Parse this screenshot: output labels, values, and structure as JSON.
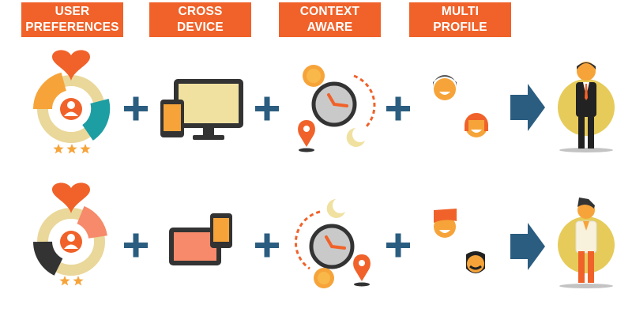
{
  "headers": [
    {
      "line1": "USER",
      "line2": "PREFERENCES"
    },
    {
      "line1": "CROSS",
      "line2": "DEVICE"
    },
    {
      "line1": "CONTEXT",
      "line2": "AWARE"
    },
    {
      "line1": "MULTI",
      "line2": "PROFILE"
    }
  ],
  "rows": [
    {
      "rating_stars": 3,
      "persona": "business-man"
    },
    {
      "rating_stars": 2,
      "persona": "casual-man"
    }
  ],
  "colors": {
    "header_bg": "#f0622a",
    "header_text": "#ffffff",
    "orange": "#f0622a",
    "amber": "#f6a43a",
    "teal": "#1d9ea3",
    "navy": "#2b5d80",
    "olive_ring": "#ead79a",
    "dark": "#333333",
    "screen_yellow": "#f0e1a0",
    "salmon": "#f68a6a",
    "gold_circle": "#e6cb5a"
  }
}
